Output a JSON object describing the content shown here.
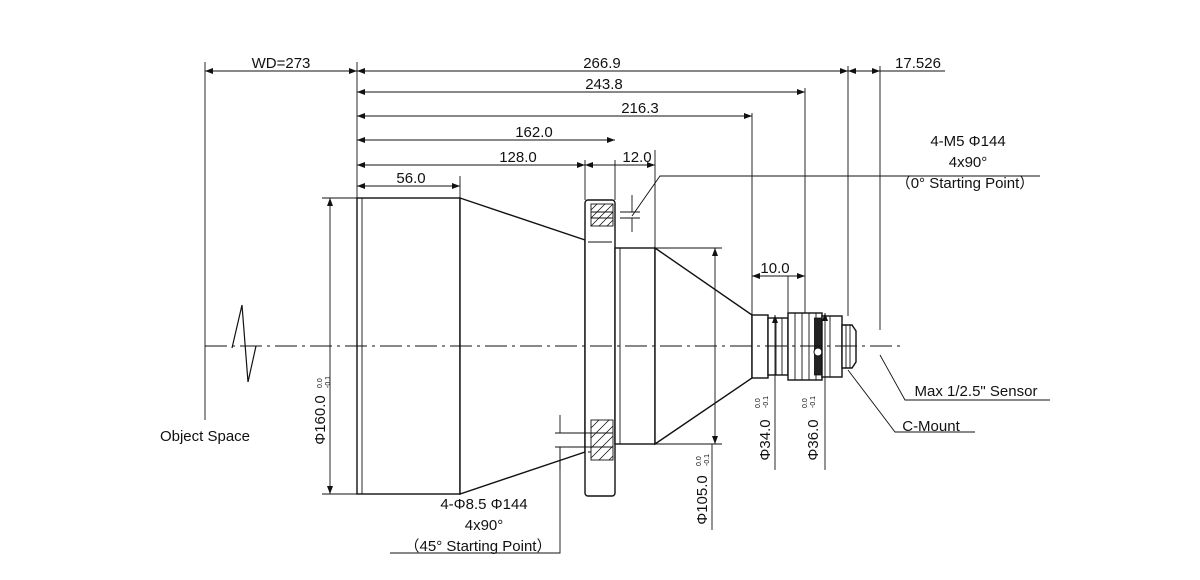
{
  "dims": {
    "wd": "WD=273",
    "total": "266.9",
    "d243": "243.8",
    "d216": "216.3",
    "d162": "162.0",
    "d128": "128.0",
    "d12": "12.0",
    "d56": "56.0",
    "d10": "10.0",
    "d17": "17.526"
  },
  "diameters": {
    "d160": "Φ160.0",
    "d105": "Φ105.0",
    "d34": "Φ34.0",
    "d36": "Φ36.0",
    "tol_upper": "0.0",
    "tol_lower": "-0.1"
  },
  "notes": {
    "top_line1": "4-M5 Φ144",
    "top_line2": "4x90°",
    "top_line3": "（0° Starting Point）",
    "bottom_line1": "4-Φ8.5 Φ144",
    "bottom_line2": "4x90°",
    "bottom_line3": "（45° Starting Point）",
    "object_space": "Object Space",
    "sensor": "Max 1/2.5\" Sensor",
    "mount": "C-Mount"
  }
}
